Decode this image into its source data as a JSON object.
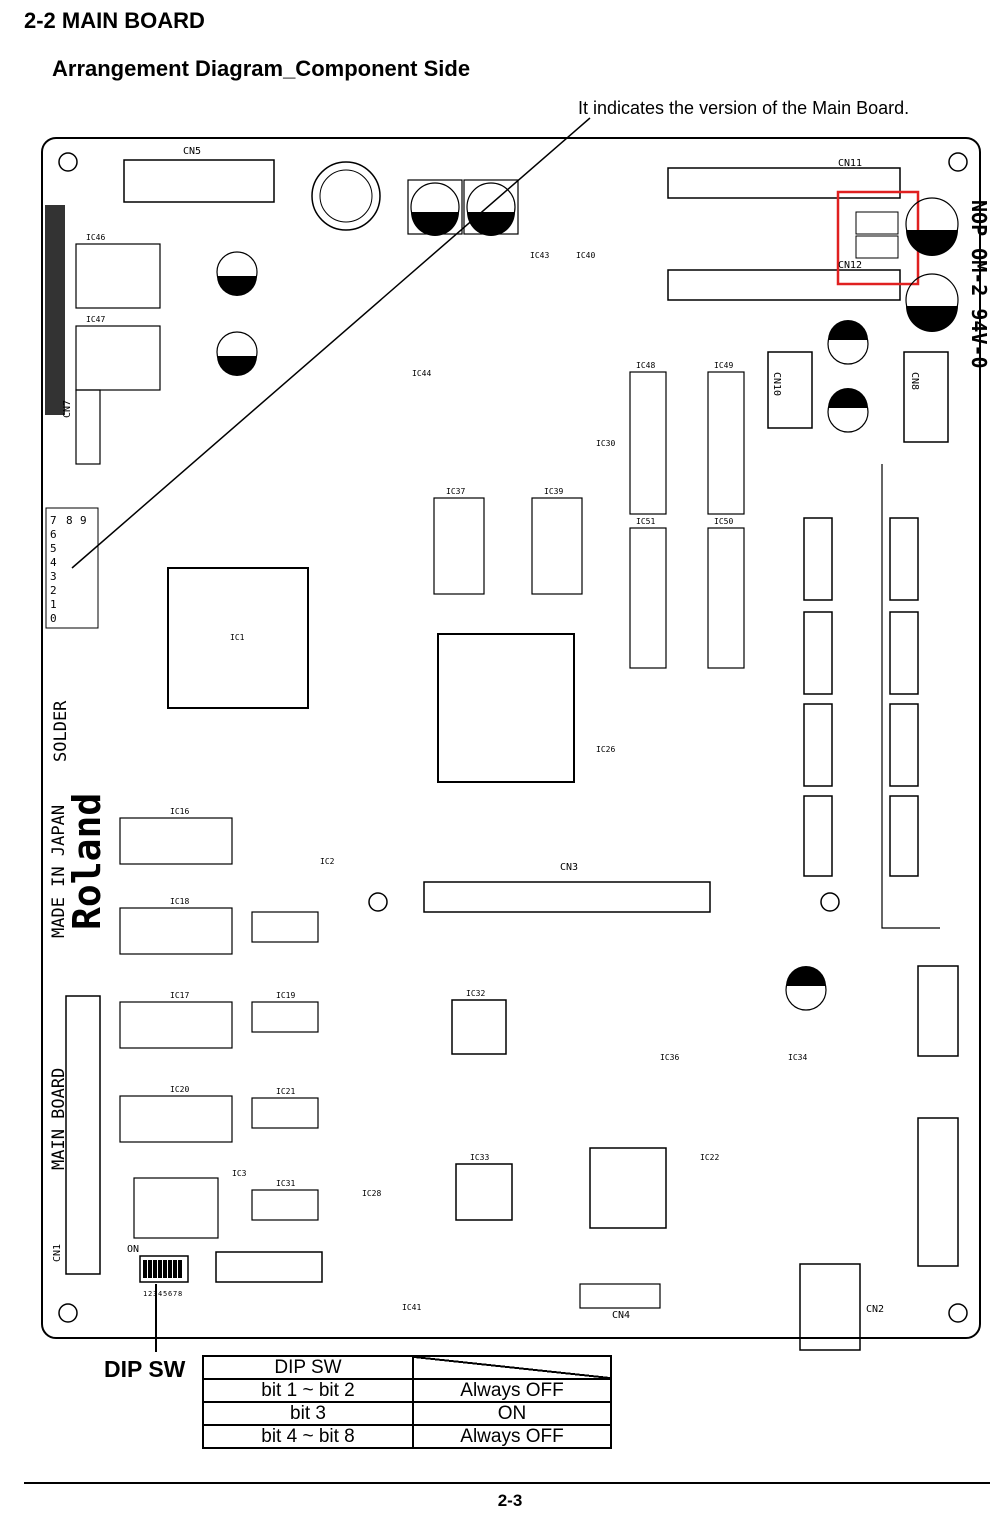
{
  "header": {
    "section_title": "2-2 MAIN BOARD",
    "diagram_title": "Arrangement Diagram_Component Side",
    "version_note": "It indicates the version of the Main Board."
  },
  "board": {
    "silk_version": "NOP OM-2 94V-0",
    "brand": "Roland",
    "made_in": "MADE IN JAPAN",
    "board_name": "MAIN BOARD",
    "solder_mark": "SOLDER",
    "highlight_color": "#e02020",
    "connectors": [
      "CN5",
      "CN11",
      "CN12",
      "CN10",
      "CN8",
      "CN7",
      "CN3",
      "CN1",
      "CN4",
      "CN2"
    ],
    "chips": [
      "IC1",
      "IC2",
      "IC3",
      "IC16",
      "IC17",
      "IC18",
      "IC19",
      "IC20",
      "IC21",
      "IC22",
      "IC26",
      "IC28",
      "IC30",
      "IC31",
      "IC32",
      "IC33",
      "IC34",
      "IC36",
      "IC37",
      "IC39",
      "IC40",
      "IC41",
      "IC43",
      "IC44",
      "IC46",
      "IC47",
      "IC48",
      "IC49",
      "IC50",
      "IC51"
    ],
    "dip_switch_label": "DIP SW",
    "dip_on_label": "ON",
    "dip_bits": [
      "1",
      "2",
      "3",
      "4",
      "5",
      "6",
      "7",
      "8"
    ],
    "dip_pattern": [
      "0",
      "1",
      "2",
      "3",
      "4",
      "5",
      "6",
      "7",
      "8",
      "9"
    ]
  },
  "dip_table": {
    "header": "DIP SW",
    "rows": [
      {
        "bits": "bit 1 ~ bit 2",
        "state": "Always OFF"
      },
      {
        "bits": "bit 3",
        "state": "ON"
      },
      {
        "bits": "bit 4 ~ bit 8",
        "state": "Always OFF"
      }
    ]
  },
  "footer": {
    "page_number": "2-3"
  }
}
